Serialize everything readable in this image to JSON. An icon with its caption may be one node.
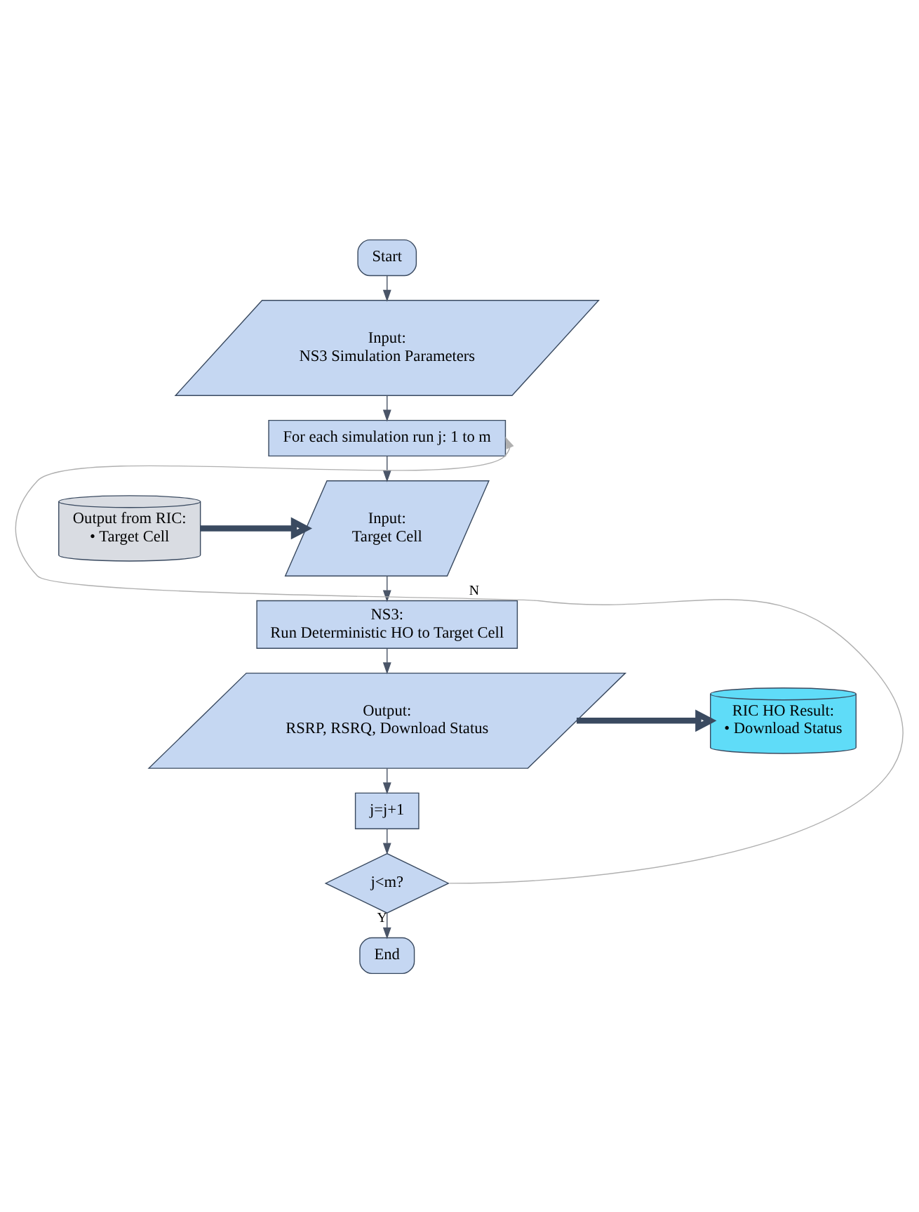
{
  "diagram": {
    "nodes": [
      {
        "text": [
          "Start"
        ]
      },
      {
        "text": [
          "Input:",
          "NS3 Simulation Parameters"
        ]
      },
      {
        "text": [
          "For each simulation run j: 1 to m"
        ]
      },
      {
        "text": [
          "Output from RIC:",
          "• Target Cell"
        ]
      },
      {
        "text": [
          "Input:",
          "Target Cell"
        ]
      },
      {
        "text": [
          "NS3:",
          "Run Deterministic HO to Target Cell"
        ]
      },
      {
        "text": [
          "RIC HO Result:",
          "• Download Status"
        ]
      },
      {
        "text": [
          "Output:",
          "RSRP, RSRQ, Download Status"
        ]
      },
      {
        "text": [
          "j=j+1"
        ]
      },
      {
        "text": [
          "j<m?"
        ]
      },
      {
        "text": [
          "End"
        ]
      }
    ],
    "edges": [
      {
        "from": 0,
        "to": 1,
        "arrow": "to"
      },
      {
        "from": 1,
        "to": 2,
        "arrow": "to"
      },
      {
        "from": 2,
        "to": 4,
        "arrow": "to"
      },
      {
        "from": 3,
        "to": 4,
        "arrow": "to",
        "style": "thick"
      },
      {
        "from": 4,
        "to": 5,
        "arrow": "to"
      },
      {
        "from": 5,
        "to": 7,
        "arrow": "to"
      },
      {
        "from": 7,
        "to": 6,
        "arrow": "to",
        "style": "thick"
      },
      {
        "from": 7,
        "to": 8,
        "arrow": "to"
      },
      {
        "from": 8,
        "to": 9,
        "arrow": "to"
      },
      {
        "from": 9,
        "to": 2,
        "arrow": "to",
        "label": "N",
        "color": "#b0b0b0"
      },
      {
        "from": 9,
        "to": 10,
        "arrow": "to",
        "label": "Y"
      }
    ]
  }
}
